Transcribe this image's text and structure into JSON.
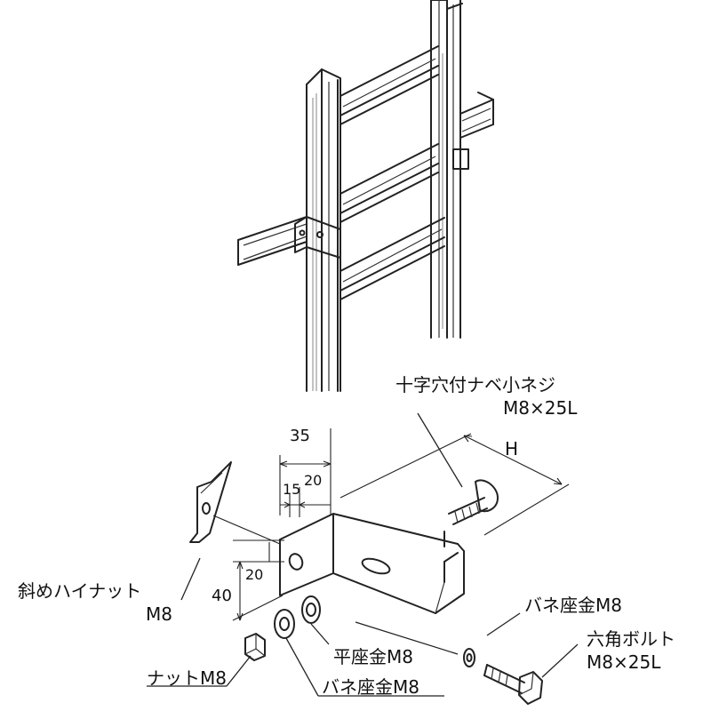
{
  "labels": {
    "pan_screw": "十字穴付ナベ小ネジ",
    "pan_screw_size": "M8×25L",
    "dim_h": "H",
    "dim_35": "35",
    "dim_15": "15",
    "dim_20_top": "20",
    "dim_20_side": "20",
    "dim_40": "40",
    "diag_nut": "斜めハイナット",
    "diag_nut_size": "M8",
    "spring_washer_right": "バネ座金M8",
    "hex_bolt": "六角ボルト",
    "hex_bolt_size": "M8×25L",
    "flat_washer": "平座金M8",
    "nut": "ナットM8",
    "spring_washer_left": "バネ座金M8"
  },
  "colors": {
    "line": "#222222",
    "background": "#ffffff",
    "text": "#111111"
  }
}
